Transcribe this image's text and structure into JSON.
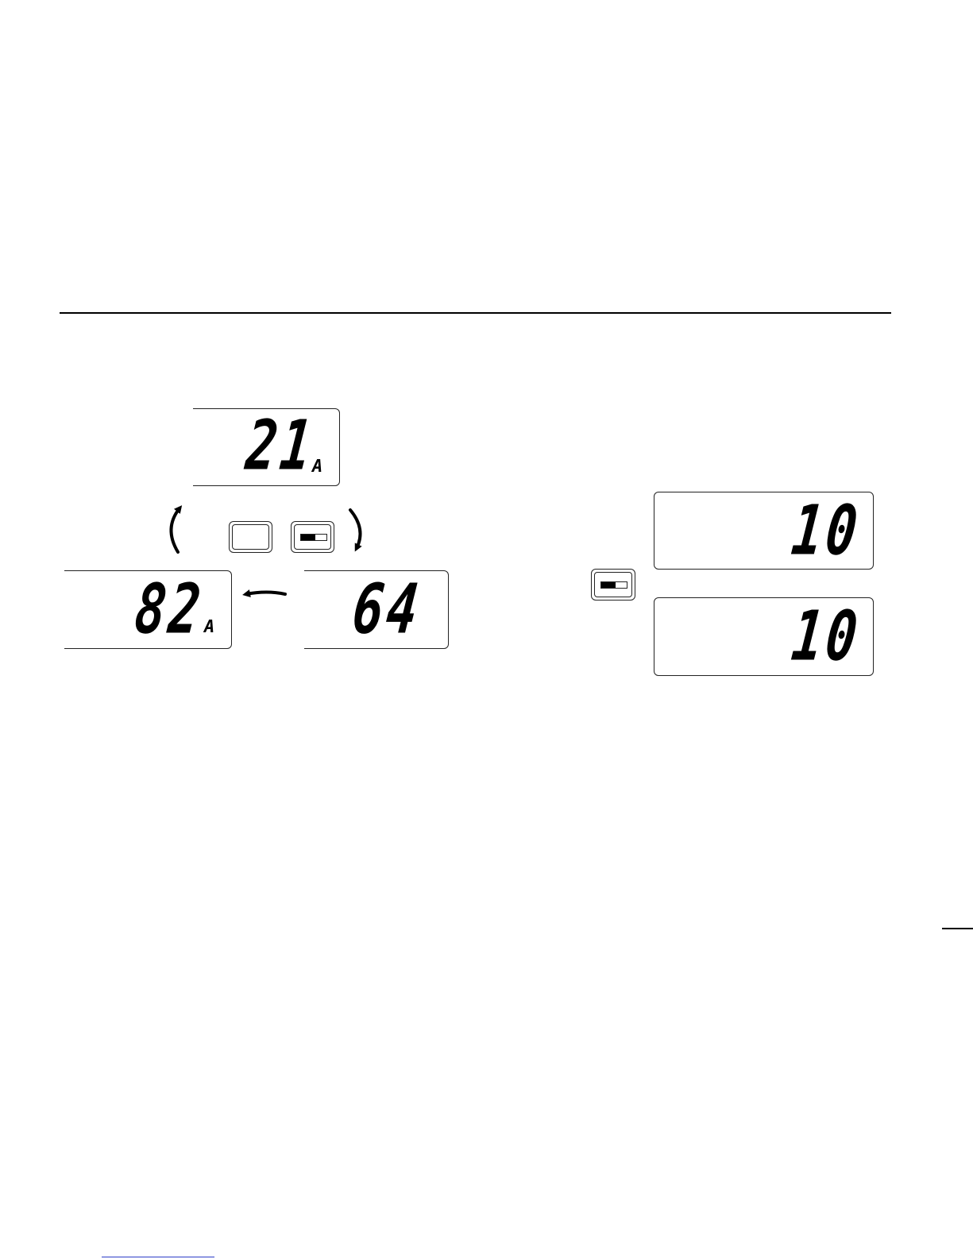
{
  "displays": {
    "top": {
      "main": "21",
      "sub": "A"
    },
    "bottom_left": {
      "main": "82",
      "sub": "A"
    },
    "bottom_right": {
      "main": "64",
      "sub": ""
    },
    "right_upper": {
      "main": "10",
      "sub": ""
    },
    "right_lower": {
      "main": "10",
      "sub": ""
    }
  },
  "keys": {
    "switch_level": 0.55
  },
  "colors": {
    "ink": "#000000",
    "link_line": "#2a3cc8"
  }
}
